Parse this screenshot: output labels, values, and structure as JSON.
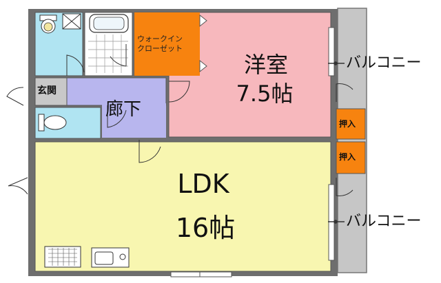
{
  "rooms": {
    "western_room": {
      "name": "洋室",
      "size": "7.5帖",
      "color": "#f7b8bd"
    },
    "ldk": {
      "name": "LDK",
      "size": "16帖",
      "color": "#f8f6b0"
    },
    "corridor": {
      "name": "廊下",
      "color": "#b8b6ee"
    },
    "entrance": {
      "name": "玄関",
      "color": "#c8c8c8"
    },
    "walk_in_closet": {
      "name": "ウォークイン\nクローゼット",
      "color": "#f7830f"
    },
    "closet_upper": {
      "name": "押入",
      "color": "#f7830f"
    },
    "closet_lower": {
      "name": "押入",
      "color": "#f7830f"
    },
    "washroom": {
      "color": "#b0e4f2"
    },
    "toilet": {
      "color": "#b0e4f2"
    },
    "bathroom": {
      "color": "#ffffff"
    }
  },
  "balconies": {
    "upper": {
      "label": "バルコニー"
    },
    "lower": {
      "label": "バルコニー"
    },
    "color": "#c6c6c6"
  },
  "colors": {
    "wall": "#6e6e6e",
    "line": "#444444"
  }
}
